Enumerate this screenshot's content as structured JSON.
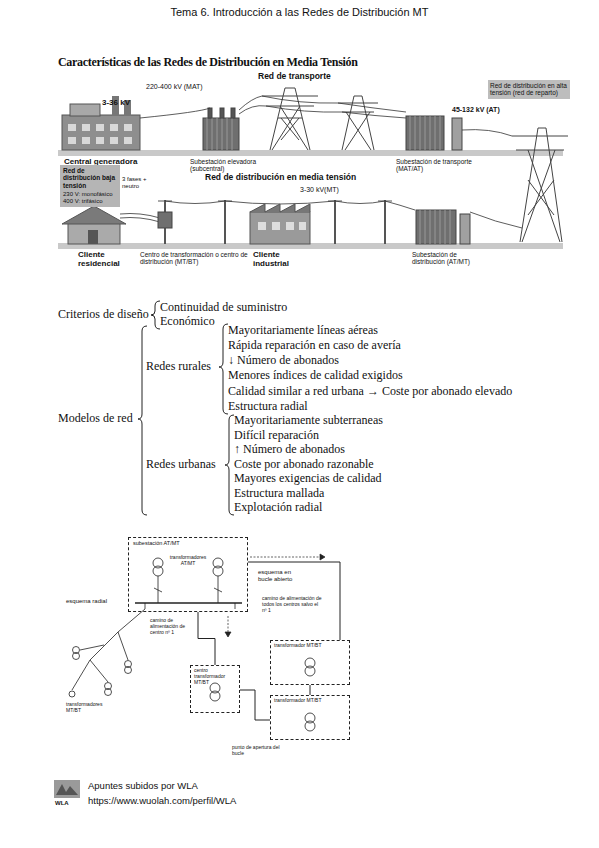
{
  "diagram": {
    "title": "Características de las Redes de Distribución en Media Tensión",
    "nodes": [
      {
        "text": [
          "Red de distribución baja tensión",
          "230 V: monofásico 400 V: trifásico"
        ]
      },
      {
        "text": [
          "subestación AT/MT",
          "transformadores AT/MT"
        ]
      },
      {
        "text": [
          "centro transformador MT/BT"
        ]
      },
      {
        "text": [
          "transformador MT/BT"
        ]
      },
      {
        "text": [
          "transformador MT/BT"
        ]
      }
    ],
    "edges": [
      {
        "from": 1,
        "to": 2,
        "arrow": "none"
      },
      {
        "from": 1,
        "to": 3,
        "arrow": "none"
      },
      {
        "from": 3,
        "to": 4,
        "arrow": "none"
      },
      {
        "from": 4,
        "to": 2,
        "arrow": "none"
      }
    ],
    "labels": [
      "Tema 6. Introducción a las Redes de Distribución MT",
      "Red de transporte",
      "220-400 kV (MAT)",
      "3-36 kV",
      "Central generadora",
      "Subestación elevadora (subcentral)",
      "Subestación de transporte (MAT/AT)",
      "Red de distribución en alta tensión (red de reparto)",
      "45-132 kV (AT)",
      "3 fases + neutro",
      "Red de distribución en media tensión",
      "3-30 kV(MT)",
      "Cliente residencial",
      "Centro de transformación o centro de distribución (MT/BT)",
      "Cliente industrial",
      "Subestación de distribución (AT/MT)",
      "Criterios de diseño",
      "Continuidad de suministro",
      "Económico",
      "Modelos de red",
      "Redes rurales",
      "Mayoritariamente líneas aéreas",
      "Rápida reparación en caso de avería",
      "↓ Número de abonados",
      "Menores índices de calidad exigidos",
      "Calidad similar a red urbana → Coste por abonado elevado",
      "Estructura radial",
      "Redes urbanas",
      "Mayoritariamente subterraneas",
      "Difícil reparación",
      "↑ Número de abonados",
      "Coste por abonado razonable",
      "Mayores exigencias de calidad",
      "Estructura mallada",
      "Explotación radial",
      "esquema radial",
      "esquema en bucle abierto",
      "camino de alimentación de todos los centros salvo el nº 1",
      "camino de alimentación de centro nº 1",
      "transformadores MT/BT",
      "punto de apertura del bucle",
      "Apuntes subidos por WLA",
      "https://www.wuolah.com/perfil/WLA",
      "WLA"
    ]
  }
}
